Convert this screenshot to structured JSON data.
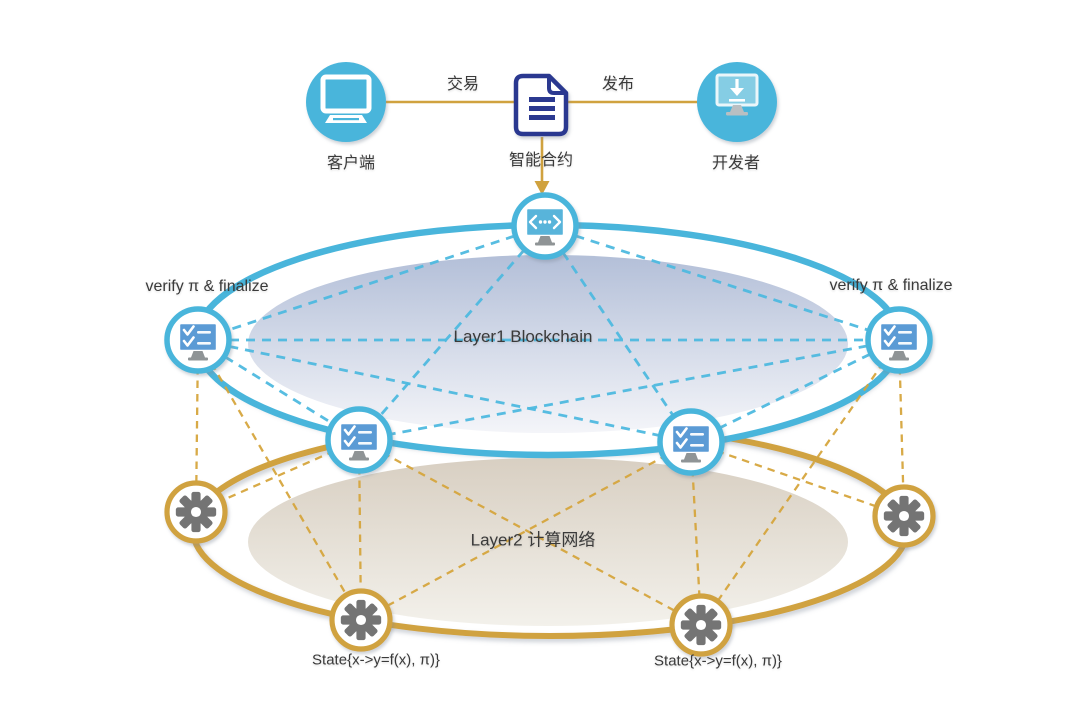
{
  "colors": {
    "bg": "#ffffff",
    "cyan": "#49b5db",
    "cyan_dash": "#4fbae0",
    "gold": "#d0a23f",
    "gold_dash": "#d6a63e",
    "navy": "#2b3990",
    "screen_blue": "#5b9bd5",
    "screen_cyan": "#58b4da",
    "gear_gray": "#747474",
    "stand_gray": "#8f9496",
    "text": "#3a3a3a",
    "l1_top": "#b3bfd8",
    "l1_bot": "#f4f5f9",
    "l2_top": "#d8cfc2",
    "l2_bot": "#f3f1eb"
  },
  "top_flow": {
    "client_label": "客户端",
    "contract_label": "智能合约",
    "developer_label": "开发者",
    "transaction_label": "交易",
    "publish_label": "发布",
    "icons": {
      "client": "desktop-computer-icon",
      "contract": "smart-contract-document-icon",
      "developer": "download-monitor-icon"
    }
  },
  "layer1": {
    "title": "Layer1 Blockchain",
    "verify_left_label": "verify π & finalize",
    "verify_right_label": "verify π & finalize",
    "top_node_icon": "code-monitor-icon",
    "node_icon": "checklist-monitor-icon",
    "node_count": 5
  },
  "layer2": {
    "title": "Layer2 计算网络",
    "state_left_label": "State{x->y=f(x), π)}",
    "state_right_label": "State{x->y=f(x), π)}",
    "node_icon": "gear-icon",
    "node_count": 4
  }
}
